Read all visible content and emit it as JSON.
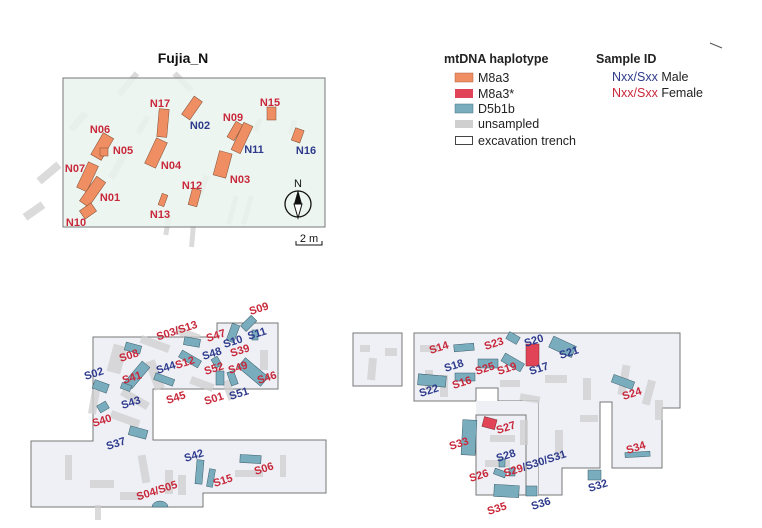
{
  "title": "Fujia_N",
  "legend": {
    "haplotype_title": "mtDNA haplotype",
    "items": [
      {
        "label": "M8a3",
        "color": "#EF8E63"
      },
      {
        "label": "M8a3*",
        "color": "#E04456"
      },
      {
        "label": "D5b1b",
        "color": "#79ADBE"
      },
      {
        "label": "unsampled",
        "color": "#CFCFCF"
      },
      {
        "label": "excavation trench",
        "color": "#FFFFFF"
      }
    ],
    "sample_title": "Sample ID",
    "male_code": "Nxx/Sxx",
    "male_label": "Male",
    "male_color": "#2E3A8C",
    "female_code": "Nxx/Sxx",
    "female_label": "Female",
    "female_color": "#C8283A"
  },
  "compass": "N",
  "scale_bar": "2 m",
  "north_samples": [
    {
      "id": "N17",
      "sex": "F"
    },
    {
      "id": "N02",
      "sex": "M"
    },
    {
      "id": "N09",
      "sex": "F"
    },
    {
      "id": "N15",
      "sex": "F"
    },
    {
      "id": "N06",
      "sex": "F"
    },
    {
      "id": "N05",
      "sex": "F"
    },
    {
      "id": "N11",
      "sex": "M"
    },
    {
      "id": "N16",
      "sex": "M"
    },
    {
      "id": "N07",
      "sex": "F"
    },
    {
      "id": "N04",
      "sex": "F"
    },
    {
      "id": "N03",
      "sex": "F"
    },
    {
      "id": "N12",
      "sex": "F"
    },
    {
      "id": "N01",
      "sex": "F"
    },
    {
      "id": "N13",
      "sex": "F"
    },
    {
      "id": "N10",
      "sex": "F"
    }
  ],
  "south_west_samples": [
    {
      "id": "S09",
      "sex": "F"
    },
    {
      "id": "S03/S13",
      "sex": "F"
    },
    {
      "id": "S47",
      "sex": "F"
    },
    {
      "id": "S10",
      "sex": "M"
    },
    {
      "id": "S11",
      "sex": "M"
    },
    {
      "id": "S08",
      "sex": "F"
    },
    {
      "id": "S48",
      "sex": "M"
    },
    {
      "id": "S39",
      "sex": "F"
    },
    {
      "id": "S44",
      "sex": "M"
    },
    {
      "id": "S12",
      "sex": "F"
    },
    {
      "id": "S52",
      "sex": "F"
    },
    {
      "id": "S49",
      "sex": "F"
    },
    {
      "id": "S02",
      "sex": "M"
    },
    {
      "id": "S41",
      "sex": "F"
    },
    {
      "id": "S46",
      "sex": "F"
    },
    {
      "id": "S45",
      "sex": "F"
    },
    {
      "id": "S43",
      "sex": "M"
    },
    {
      "id": "S01",
      "sex": "F"
    },
    {
      "id": "S51",
      "sex": "M"
    },
    {
      "id": "S40",
      "sex": "F"
    },
    {
      "id": "S37",
      "sex": "M"
    },
    {
      "id": "S42",
      "sex": "M"
    },
    {
      "id": "S06",
      "sex": "F"
    },
    {
      "id": "S15",
      "sex": "F"
    },
    {
      "id": "S04/S05",
      "sex": "F"
    }
  ],
  "south_east_samples": [
    {
      "id": "S14",
      "sex": "F"
    },
    {
      "id": "S23",
      "sex": "F"
    },
    {
      "id": "S20",
      "sex": "M"
    },
    {
      "id": "S21",
      "sex": "M"
    },
    {
      "id": "S18",
      "sex": "M"
    },
    {
      "id": "S25",
      "sex": "F"
    },
    {
      "id": "S19",
      "sex": "F"
    },
    {
      "id": "S17",
      "sex": "M"
    },
    {
      "id": "S16",
      "sex": "F"
    },
    {
      "id": "S22",
      "sex": "M"
    },
    {
      "id": "S24",
      "sex": "F"
    },
    {
      "id": "S27",
      "sex": "F"
    },
    {
      "id": "S33",
      "sex": "F"
    },
    {
      "id": "S34",
      "sex": "F"
    },
    {
      "id": "S28",
      "sex": "M"
    },
    {
      "id": "S26",
      "sex": "F"
    },
    {
      "id": "S32",
      "sex": "M"
    },
    {
      "id": "S35",
      "sex": "F"
    },
    {
      "id": "S36",
      "sex": "M"
    },
    {
      "id": "S29",
      "sex": "F"
    },
    {
      "id": "/S30/S31",
      "sex": "M"
    }
  ]
}
